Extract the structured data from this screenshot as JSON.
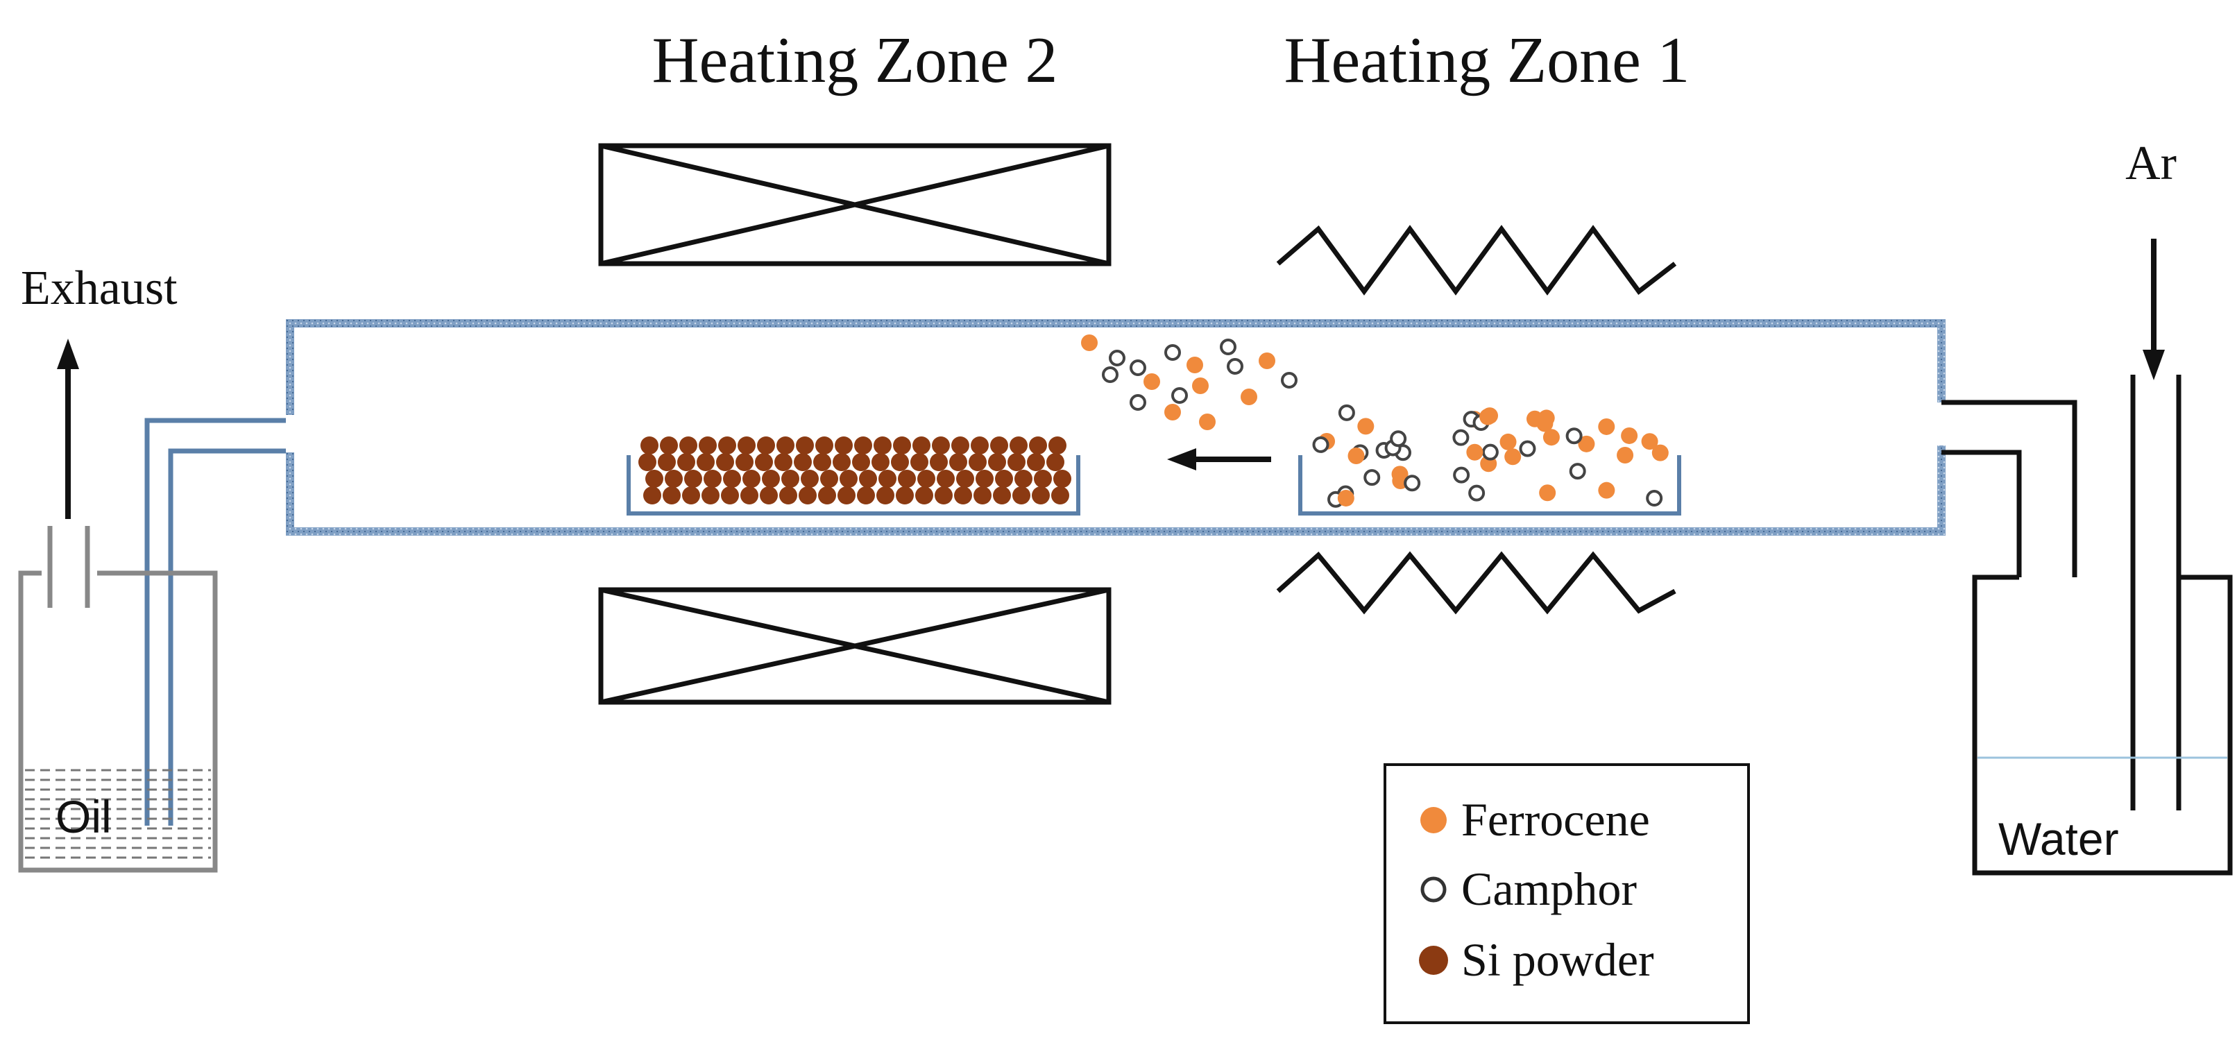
{
  "labels": {
    "zone2": "Heating Zone 2",
    "zone1": "Heating Zone 1",
    "ar": "Ar",
    "exhaust": "Exhaust",
    "oil": "Oil",
    "water": "Water"
  },
  "legend": {
    "items": [
      {
        "label": "Ferrocene",
        "color": "#f08a3c",
        "fill": "solid"
      },
      {
        "label": "Camphor",
        "color": "#333333",
        "fill": "hollow"
      },
      {
        "label": "Si powder",
        "color": "#8b3a12",
        "fill": "solid"
      }
    ]
  },
  "colors": {
    "tube": "#5a7fa8",
    "ferrocene": "#f08a3c",
    "si": "#8b3a12",
    "water_line": "#9cc3dd"
  }
}
